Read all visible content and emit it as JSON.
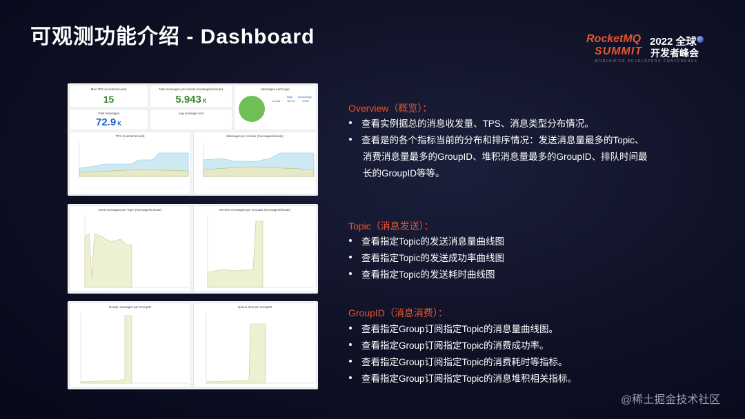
{
  "slide": {
    "title": "可观测功能介绍 - Dashboard"
  },
  "logo": {
    "brand": "RocketMQ",
    "year_label": "2022 全球",
    "summit": "SUMMIT",
    "subtitle": "开发者峰会",
    "tagline": "WORLDWIDE DEVELOPERS CONFERENCE"
  },
  "dashboard": {
    "overview": {
      "tps_title": "Max TPS (counts/second)",
      "tps_value": "15",
      "max_msg_title": "Max messages per minute (messages/minute)",
      "max_msg_value": "5.943",
      "max_msg_unit": "K",
      "msg_type_title": "Messages each type",
      "msg_type_legend_total": "total",
      "msg_type_legend_pct": "percentage",
      "msg_type_row_label": "normal",
      "msg_type_row_total": "18.0 K",
      "msg_type_row_pct": "100%",
      "total_title": "Total messages",
      "total_value": "72.9",
      "total_unit": "K",
      "avg_size_title": "Avg message size",
      "tps_chart_title": "TPS (counts/second)",
      "mpm_chart_title": "Messages per minute (messages/minute)"
    },
    "topic": {
      "send_title": "Send messages per Topic (messages/minute)",
      "receive_title": "Receive messages per GroupID (messages/minute)"
    },
    "group": {
      "ready_title": "Ready messages per GroupID",
      "queue_title": "Queue time per GroupID"
    }
  },
  "sections": {
    "overview": {
      "heading": "Overview（概览）：",
      "bullets": [
        "查看实例据总的消息收发量、TPS、消息类型分布情况。",
        "查看是的各个指标当前的分布和排序情况：发送消息量最多的Topic、"
      ],
      "continuation": [
        "消费消息量最多的GroupID、堆积消息量最多的GroupID、排队时间最",
        "长的GroupID等等。"
      ]
    },
    "topic": {
      "heading": "Topic（消息发送）：",
      "bullets": [
        "查看指定Topic的发送消息量曲线图",
        "查看指定Topic的发送成功率曲线图",
        "查看指定Topic的发送耗时曲线图"
      ]
    },
    "group": {
      "heading": "GroupID（消息消费）：",
      "bullets": [
        "查看指定Group订阅指定Topic的消息量曲线图。",
        "查看指定Group订阅指定Topic的消费成功率。",
        "查看指定Group订阅指定Topic的消费耗时等指标。",
        "查看指定Group订阅指定Topic的消息堆积相关指标。"
      ]
    }
  },
  "watermark": "@稀土掘金技术社区",
  "colors": {
    "accent": "#e8542e",
    "green": "#37872d",
    "blue": "#1f60c4"
  }
}
